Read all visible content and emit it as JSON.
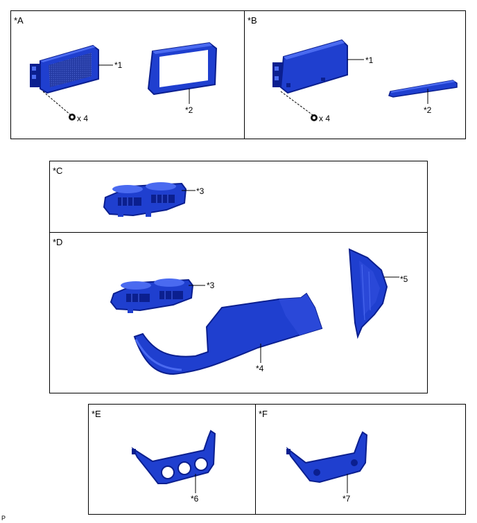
{
  "panels": {
    "a": {
      "label": "*A",
      "callout_1": "*1",
      "callout_2": "*2",
      "qty": "x 4"
    },
    "b": {
      "label": "*B",
      "callout_1": "*1",
      "callout_2": "*2",
      "qty": "x 4"
    },
    "c": {
      "label": "*C",
      "callout_3": "*3"
    },
    "d": {
      "label": "*D",
      "callout_3": "*3",
      "callout_4": "*4",
      "callout_5": "*5"
    },
    "e": {
      "label": "*E",
      "callout_6": "*6"
    },
    "f": {
      "label": "*F",
      "callout_7": "*7"
    }
  },
  "footer": {
    "code": "P"
  },
  "colors": {
    "part_fill": "#1f3fcf",
    "part_dark": "#0b1f8f",
    "part_light": "#4a6af0",
    "line": "#000000"
  }
}
